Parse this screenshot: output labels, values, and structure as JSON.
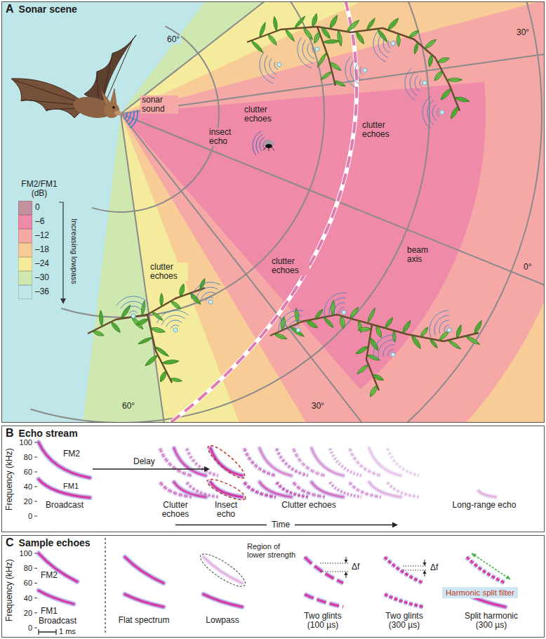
{
  "diagram": {
    "nodes": [
      {
        "text": [
          "A",
          "Sonar scene"
        ]
      },
      {
        "text": [
          "B",
          "Echo stream"
        ]
      },
      {
        "text": [
          "C",
          "Sample echoes"
        ]
      },
      {
        "text": [
          "Harmonic split filter"
        ],
        "in": 2
      }
    ],
    "labels": [
      "60°",
      "30°",
      "sonar sound",
      "clutter echoes",
      "clutter echoes",
      "insect echo",
      "FM2/FM1 (dB)",
      "clutter echoes",
      "clutter echoes",
      "beam axis",
      "0°",
      "Increasing lowpass",
      "60°",
      "30°",
      "Frequency (kHz)",
      "100",
      "80",
      "60",
      "40",
      "20",
      "0",
      "FM2",
      "FM1",
      "Delay",
      "Broadcast",
      "Clutter echoes",
      "Insect echo",
      "Clutter echoes",
      "Long-range echo",
      "Time",
      "Frequency (kHz)",
      "100",
      "80",
      "60",
      "40",
      "20",
      "0",
      "FM2",
      "FM1",
      "Broadcast",
      "1 ms",
      "Flat spectrum",
      "Lowpass",
      "Region of lower strength",
      "Two glints (100 µs)",
      "Δf",
      "Two glints (300 µs)",
      "Δf",
      "Split harmonic (300 µs)"
    ],
    "legend": [
      {
        "text": "0",
        "color": "#c4919f"
      },
      {
        "text": "–6",
        "color": "#ef8aa8"
      },
      {
        "text": "–12",
        "color": "#f5a8a5"
      },
      {
        "text": "–18",
        "color": "#f8cc96"
      },
      {
        "text": "–24",
        "color": "#f4ec9c"
      },
      {
        "text": "–30",
        "color": "#cfe8b0"
      },
      {
        "text": "–36",
        "color": "#bfe6e8"
      }
    ]
  }
}
